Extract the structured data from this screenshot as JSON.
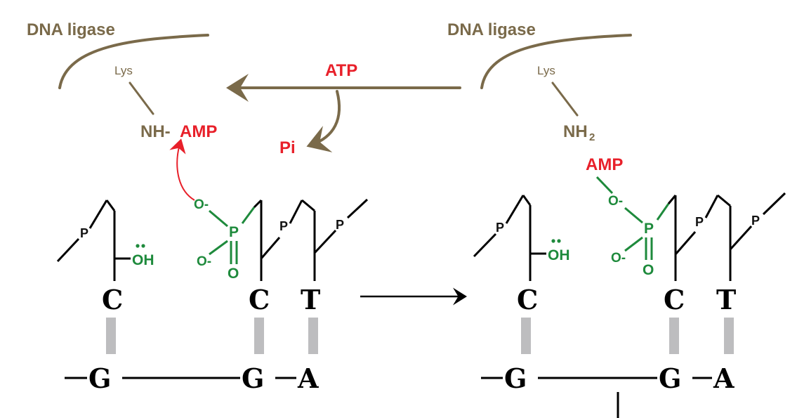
{
  "colors": {
    "enzyme": "#7a6a4a",
    "reactant": "#e8202a",
    "phosphate": "#1e8a3c",
    "backbone": "#000000",
    "base_pair": "#bdbdbf"
  },
  "left": {
    "enzyme_label": "DNA ligase",
    "lys_label": "Lys",
    "nh_label": "NH-",
    "amp_label": "AMP",
    "hydroxyl_label": "OH",
    "phosphate_p": "P",
    "o_minus_top": "O-",
    "o_minus_bottom": "O-",
    "o_double": "O",
    "backbone_p1": "P",
    "backbone_p2": "P",
    "backbone_p3": "P",
    "top_bases": [
      "C",
      "C",
      "T"
    ],
    "bottom_bases": [
      "G",
      "G",
      "A"
    ]
  },
  "center": {
    "atp_label": "ATP",
    "pi_label": "Pi"
  },
  "right": {
    "enzyme_label": "DNA ligase",
    "lys_label": "Lys",
    "nh2_label": "NH",
    "nh2_subscript": "2",
    "amp_label": "AMP",
    "hydroxyl_label": "OH",
    "phosphate_p": "P",
    "o_minus_top": "O-",
    "o_minus_bottom": "O-",
    "o_double": "O",
    "backbone_p1": "P",
    "backbone_p2": "P",
    "backbone_p3": "P",
    "top_bases": [
      "C",
      "C",
      "T"
    ],
    "bottom_bases": [
      "G",
      "G",
      "A"
    ]
  }
}
